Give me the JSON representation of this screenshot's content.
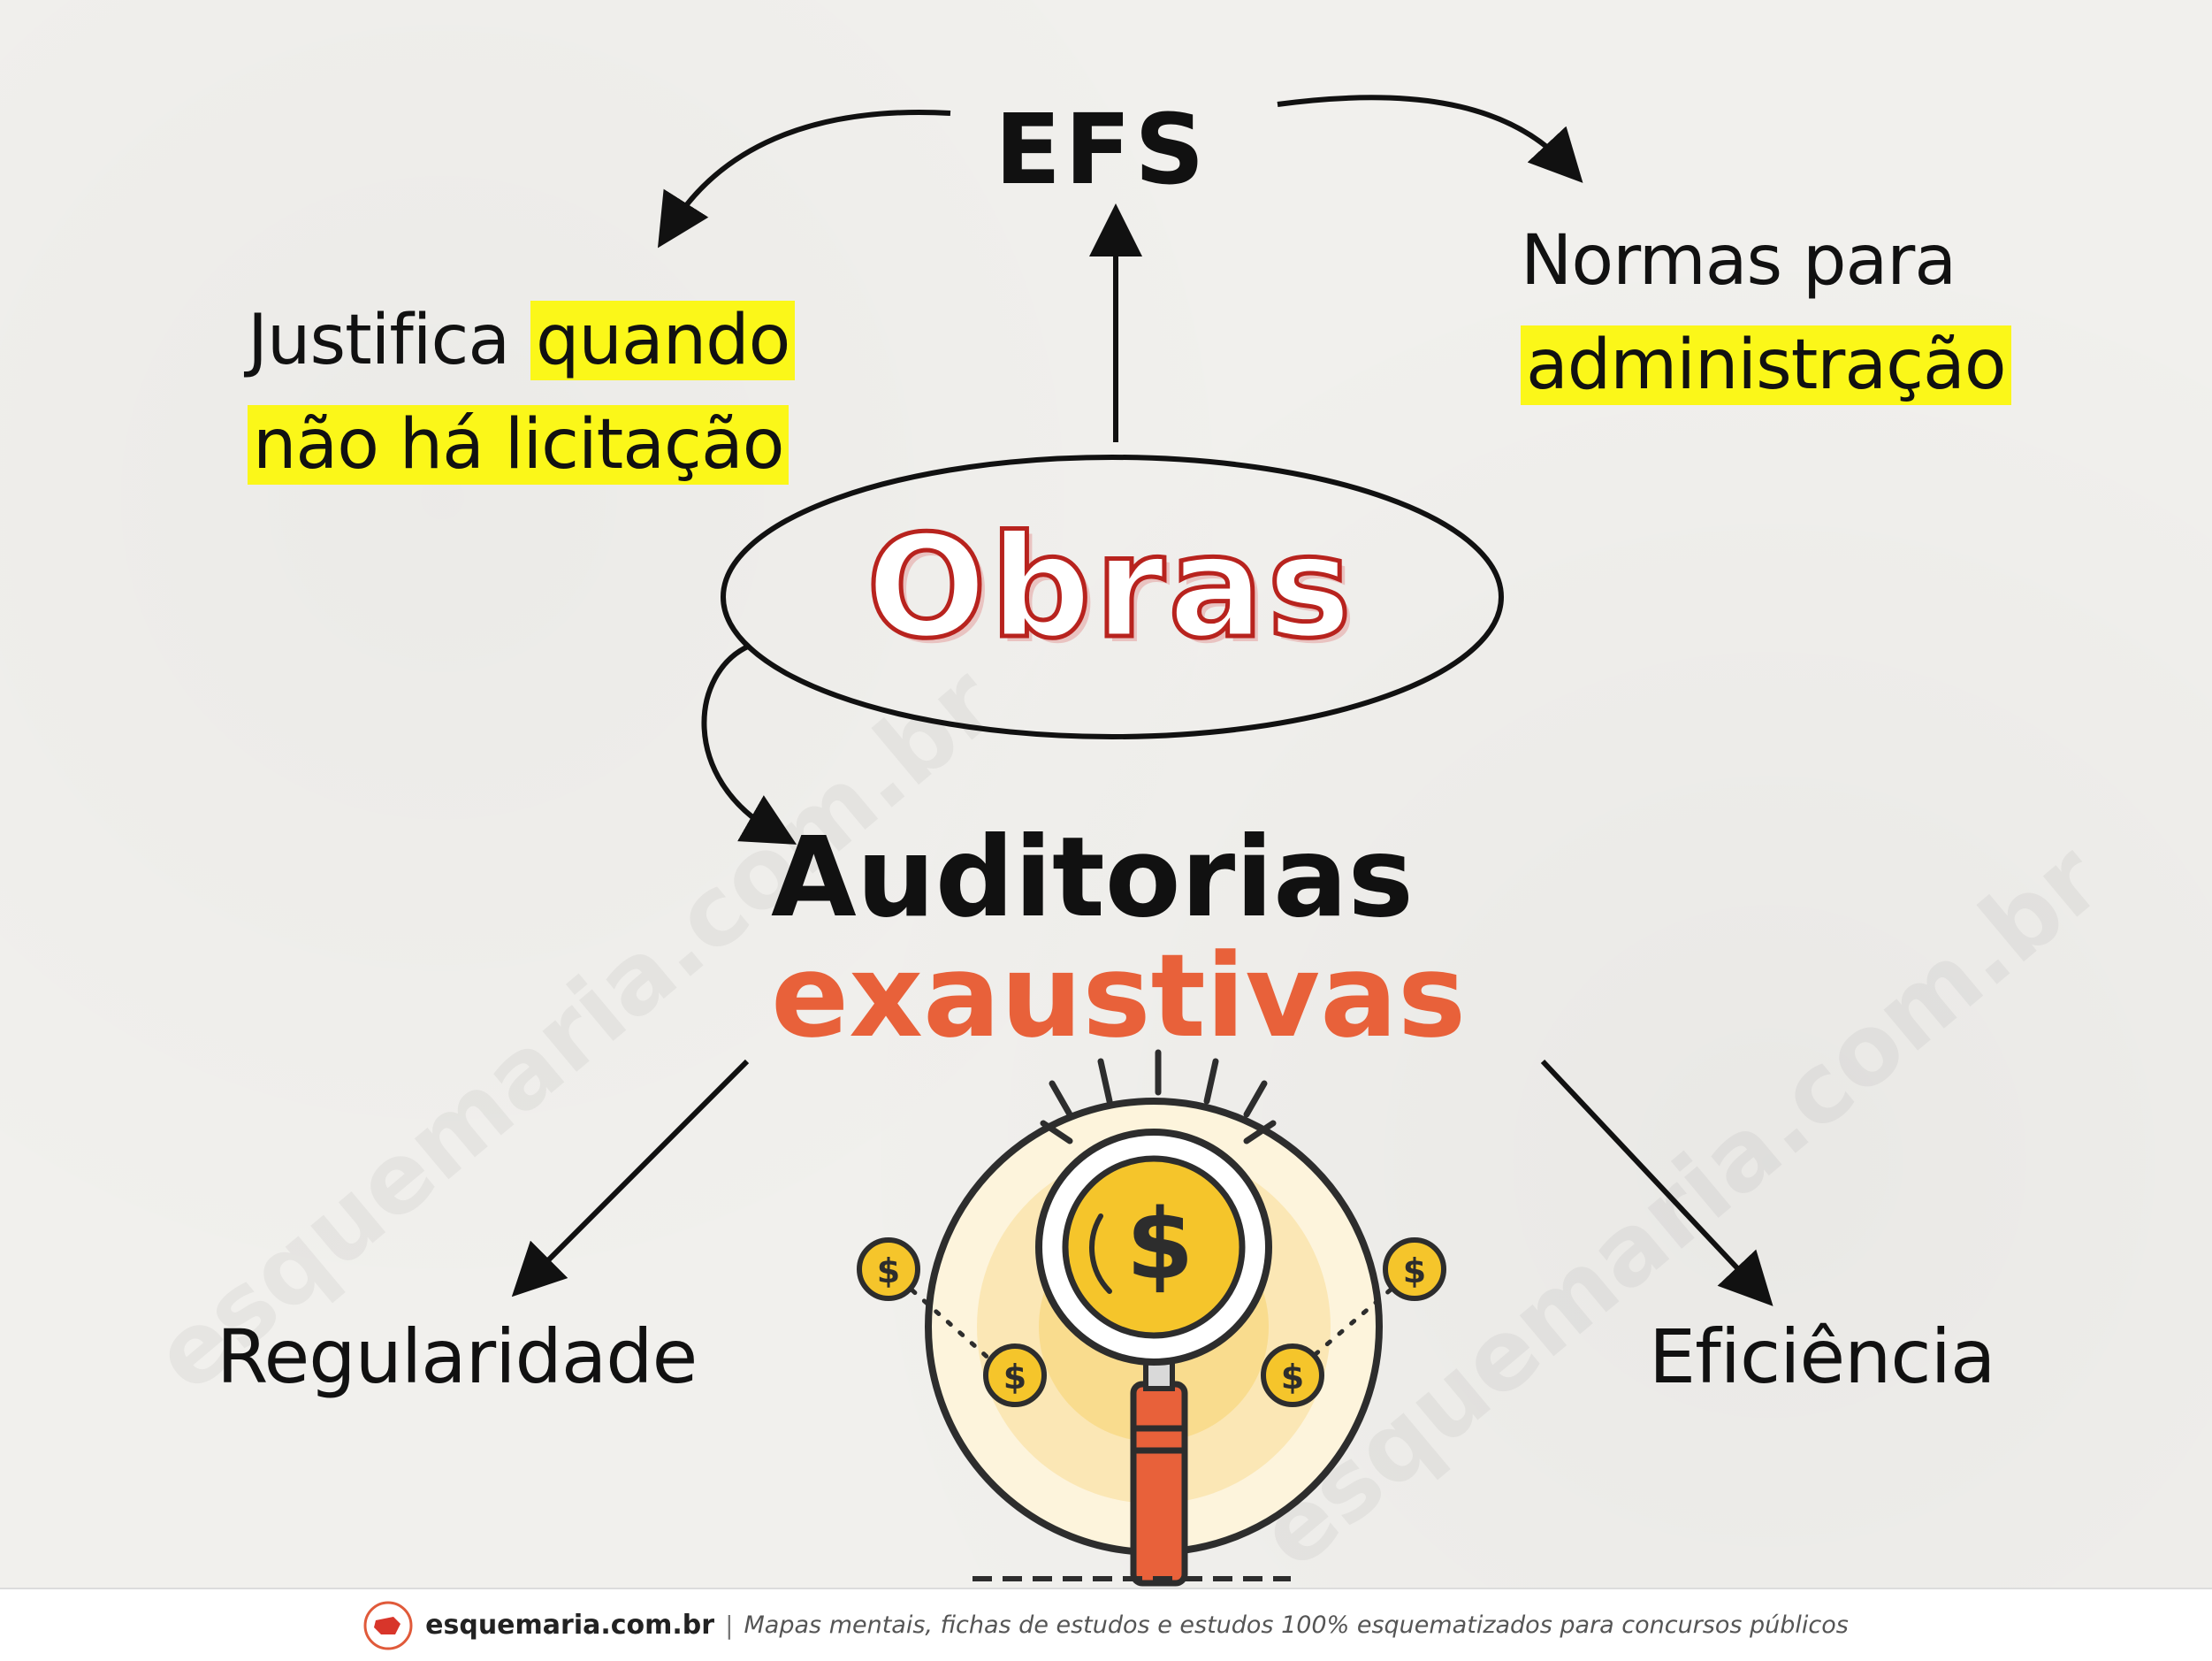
{
  "center": {
    "title": "Obras"
  },
  "top": {
    "label": "EFS",
    "left_text": [
      "Justifica",
      "quando",
      "não há licitação"
    ],
    "right_text": [
      "Normas para",
      "administração"
    ]
  },
  "bottom": {
    "title_line1": "Auditorias",
    "title_line2": "exaustivas",
    "left_label": "Regularidade",
    "right_label": "Eficiência"
  },
  "illustration": {
    "coin_symbol": "$"
  },
  "footer": {
    "brand": "esquemaria.com.br",
    "separator": "|",
    "tagline": "Mapas mentais, fichas de estudos e estudos 100% esquematizados para concursos públicos"
  },
  "colors": {
    "highlight": "#fbf719",
    "accent_red": "#b8231e",
    "accent_orange": "#e8613a",
    "coin": "#f5c52b"
  }
}
